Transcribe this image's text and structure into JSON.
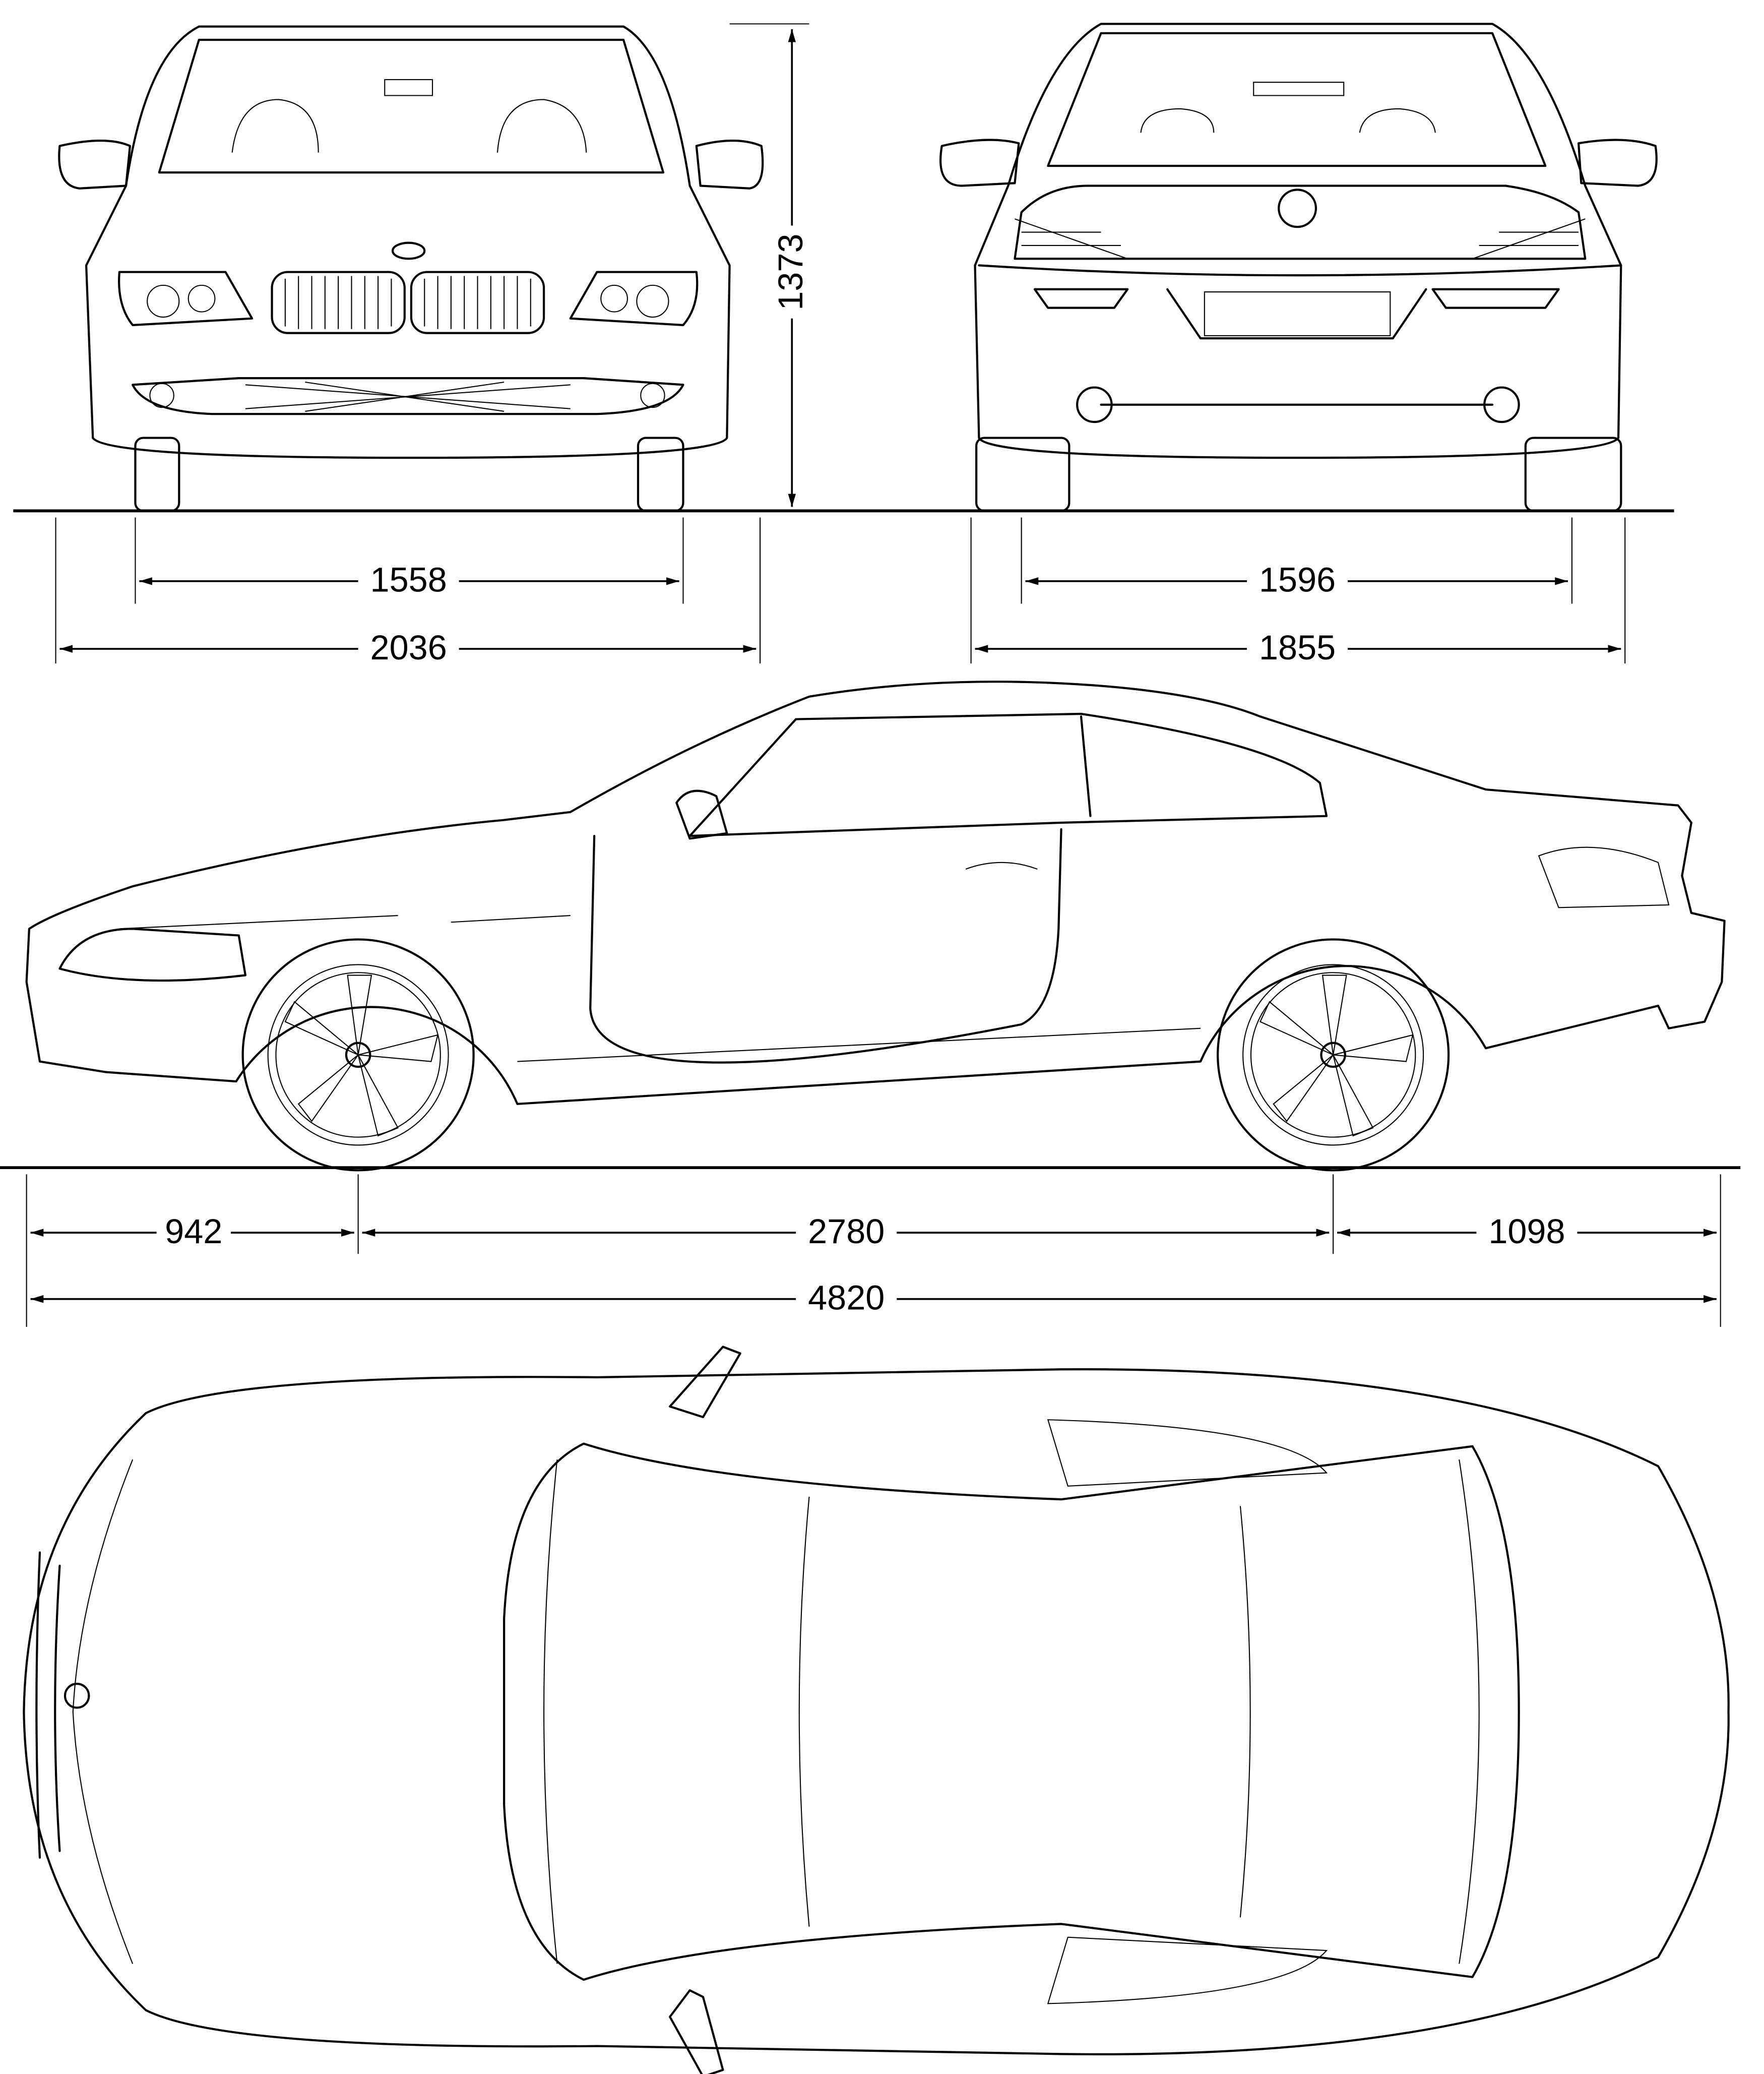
{
  "title": "Vehicle blueprint – front, rear, side and top views",
  "front_view": {
    "height_label": "1373",
    "track_label": "1558",
    "width_label": "2036"
  },
  "rear_view": {
    "track_label": "1596",
    "width_label": "1855"
  },
  "side_view": {
    "front_overhang_label": "942",
    "wheelbase_label": "2780",
    "rear_overhang_label": "1098",
    "length_label": "4820"
  },
  "colors": {
    "line": "#000000",
    "background": "#ffffff"
  }
}
